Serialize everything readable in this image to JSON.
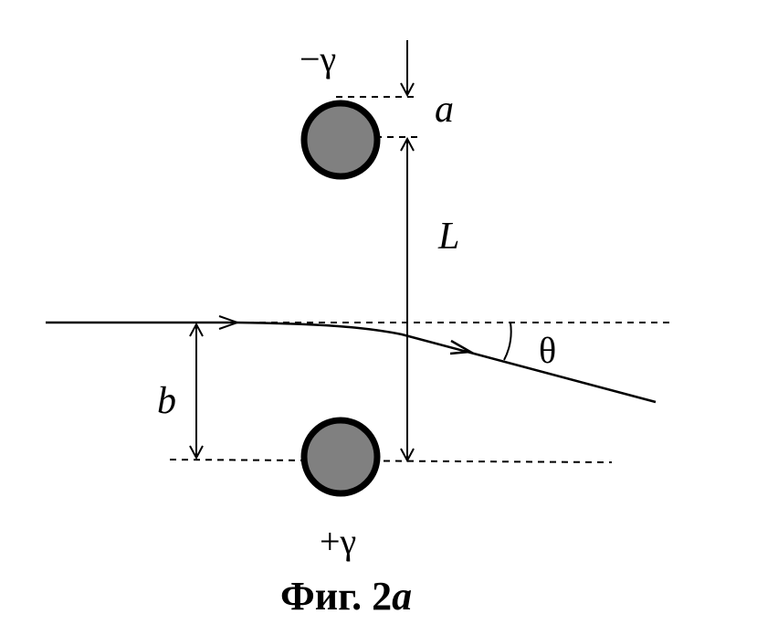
{
  "labels": {
    "top_charge": "−γ",
    "bottom_charge": "+γ",
    "radius": "a",
    "separation": "L",
    "impact": "b",
    "angle": "θ"
  },
  "caption": {
    "prefix": "Фиг. 2",
    "suffix": "a"
  },
  "colors": {
    "disk_fill": "#808080",
    "stroke": "#000000",
    "background": "#ffffff"
  }
}
